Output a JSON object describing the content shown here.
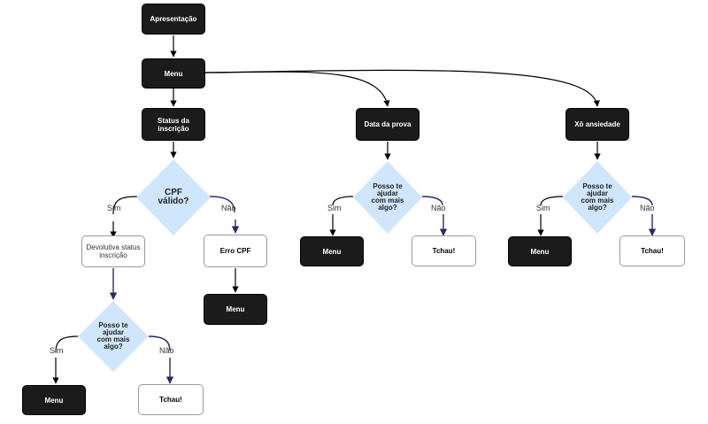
{
  "colors": {
    "dark_node": "#1b1b1b",
    "decision_fill": "#cfe6fd",
    "arrow": "#000000",
    "arrow_no": "#2a2a66"
  },
  "nodes": {
    "apresentacao": "Apresentação",
    "menu_main": "Menu",
    "status_inscricao": "Status da inscrição",
    "data_prova": "Data da prova",
    "xo_ansiedade": "Xô ansiedade",
    "cpf_valido": "CPF válido?",
    "devolutiva": "Devolutiva status inscrição",
    "erro_cpf": "Erro CPF",
    "menu_after_erro": "Menu",
    "posso_ajudar_1": "Posso te ajudar com mais algo?",
    "menu_1": "Menu",
    "tchau_1": "Tchau!",
    "posso_ajudar_2": "Posso te ajudar com mais algo?",
    "menu_2": "Menu",
    "tchau_2": "Tchau!",
    "posso_ajudar_3": "Posso te ajudar com mais algo?",
    "menu_3": "Menu",
    "tchau_3": "Tchau!"
  },
  "labels": {
    "sim": "Sim",
    "nao": "Não"
  }
}
